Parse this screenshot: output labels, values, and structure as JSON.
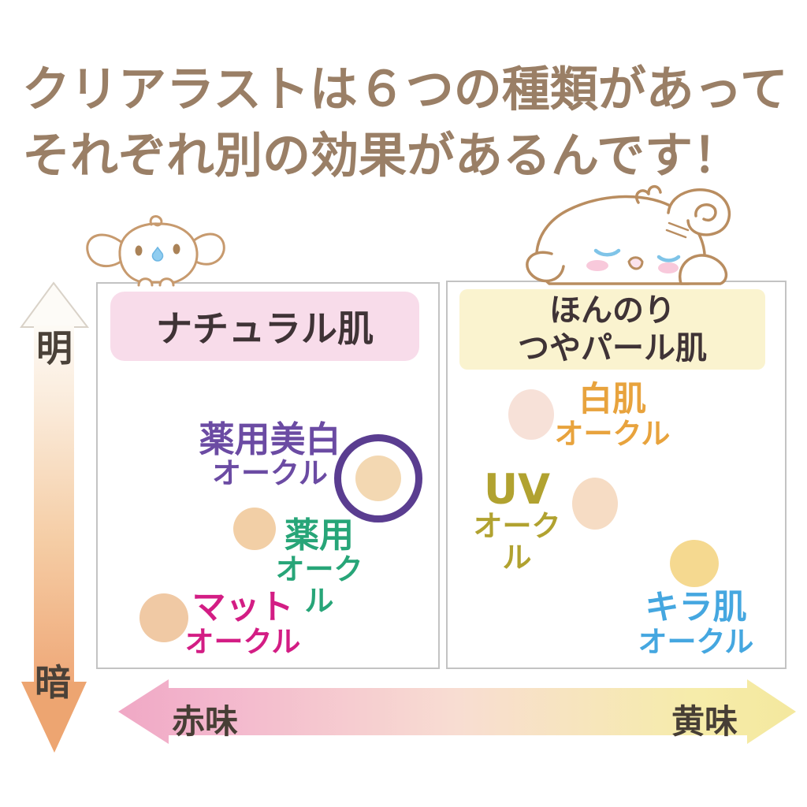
{
  "heading": {
    "line1": "クリアラストは６つの種類があって",
    "line2": "それぞれ別の効果があるんです！",
    "color": "#9a7f66"
  },
  "axes": {
    "vertical": {
      "top_label": "明",
      "bottom_label": "暗",
      "text_color": "#4a4138",
      "gradient_top": "#fdf9f4",
      "gradient_bottom": "#efa878"
    },
    "horizontal": {
      "left_label": "赤味",
      "right_label": "黄味",
      "text_color": "#473e35",
      "gradient_left": "#f0a8c5",
      "gradient_right": "#f4e89e"
    }
  },
  "panels": [
    {
      "title_lines": [
        "ナチュラル肌"
      ],
      "title_bg": "#f8dcea",
      "title_color": "#3f3336",
      "products": [
        {
          "name_lines": [
            "薬用美白",
            "オークル"
          ],
          "color": "#6b4ba3",
          "dot_color": "#f3d8b2",
          "ring_color": "#5a3d90",
          "highlighted": true
        },
        {
          "name_lines": [
            "薬用",
            "オークル"
          ],
          "color": "#27a578",
          "dot_color": "#f2cfa6"
        },
        {
          "name_lines": [
            "マット",
            "オークル"
          ],
          "color": "#d31d84",
          "dot_color": "#f0c9a4"
        }
      ]
    },
    {
      "title_lines": [
        "ほんのり",
        "つやパール肌"
      ],
      "title_bg": "#faf3cf",
      "title_color": "#3f3336",
      "products": [
        {
          "name_lines": [
            "白肌",
            "オークル"
          ],
          "color": "#e8a33d",
          "dot_color": "#f7e1d8"
        },
        {
          "name_lines": [
            "UV",
            "オークル"
          ],
          "color": "#b1a230",
          "dot_color": "#f6dcc4"
        },
        {
          "name_lines": [
            "キラ肌",
            "オークル"
          ],
          "color": "#45a7e0",
          "dot_color": "#f5d990"
        }
      ]
    }
  ],
  "icons": {
    "left_character": "cinnamoroll-peeking-icon",
    "right_character": "cinnamoroll-sleeping-icon"
  },
  "chart_data": {
    "type": "scatter",
    "title": "クリアラストは６つの種類があって それぞれ別の効果があるんです！",
    "x_axis": {
      "label_left": "赤味",
      "label_right": "黄味"
    },
    "y_axis": {
      "label_top": "明",
      "label_bottom": "暗"
    },
    "grid": false,
    "groups": [
      {
        "name": "ナチュラル肌",
        "points": [
          {
            "label": "薬用美白 オークル",
            "x": 0.37,
            "y": 0.6,
            "highlighted": true
          },
          {
            "label": "薬用 オークル",
            "x": 0.2,
            "y": 0.47
          },
          {
            "label": "マット オークル",
            "x": 0.07,
            "y": 0.27
          }
        ]
      },
      {
        "name": "ほんのり つやパール肌",
        "points": [
          {
            "label": "白肌 オークル",
            "x": 0.61,
            "y": 0.72
          },
          {
            "label": "UV オークル",
            "x": 0.7,
            "y": 0.53
          },
          {
            "label": "キラ肌 オークル",
            "x": 0.85,
            "y": 0.39
          }
        ]
      }
    ],
    "note": "x normalized 赤味(0)→黄味(1); y normalized 暗(0)→明(1); estimated from dot positions"
  }
}
